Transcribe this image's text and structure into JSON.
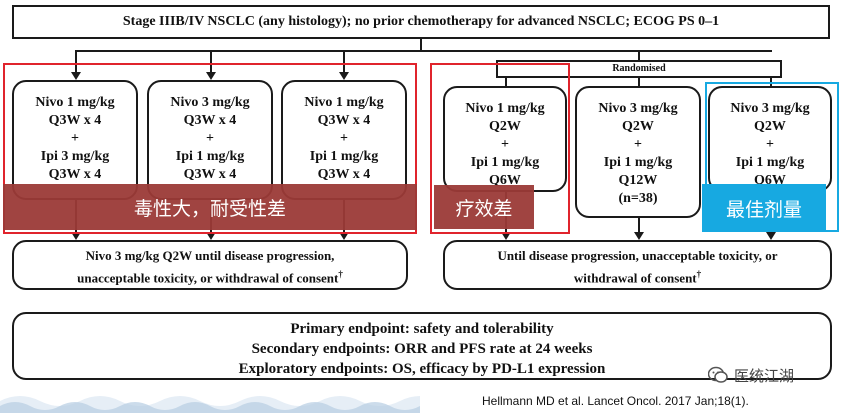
{
  "header": "Stage IIIB/IV NSCLC (any histology); no prior chemotherapy for advanced NSCLC; ECOG PS 0–1",
  "randomised_label": "Randomised",
  "arms": [
    {
      "lines": [
        "Nivo 1 mg/kg",
        "Q3W x 4",
        "+",
        "Ipi 3 mg/kg",
        "Q3W x 4"
      ]
    },
    {
      "lines": [
        "Nivo 3 mg/kg",
        "Q3W x 4",
        "+",
        "Ipi 1 mg/kg",
        "Q3W x 4"
      ]
    },
    {
      "lines": [
        "Nivo 1 mg/kg",
        "Q3W x 4",
        "+",
        "Ipi 1 mg/kg",
        "Q3W x 4"
      ]
    },
    {
      "lines": [
        "Nivo 1 mg/kg",
        "Q2W",
        "+",
        "Ipi 1 mg/kg",
        "Q6W"
      ]
    },
    {
      "lines": [
        "Nivo 3 mg/kg",
        "Q2W",
        "+",
        "Ipi 1 mg/kg",
        "Q12W",
        "(n=38)"
      ]
    },
    {
      "lines": [
        "Nivo 3 mg/kg",
        "Q2W",
        "+",
        "Ipi 1 mg/kg",
        "Q6W"
      ]
    }
  ],
  "maintenance_left": [
    "Nivo 3 mg/kg Q2W until disease progression,",
    "unacceptable toxicity, or withdrawal of consent"
  ],
  "maintenance_right": [
    "Until disease progression, unacceptable toxicity, or",
    "withdrawal of consent"
  ],
  "dagger": "†",
  "endpoints": [
    "Primary endpoint: safety and tolerability",
    "Secondary endpoints: ORR and PFS rate at 24 weeks",
    "Exploratory endpoints: OS, efficacy by PD-L1 expression"
  ],
  "annotations": {
    "toxicity": "毒性大，耐受性差",
    "efficacy": "疗效差",
    "best_dose": "最佳剂量"
  },
  "watermark": "医统江湖",
  "citation": "Hellmann MD et al. Lancet Oncol. 2017 Jan;18(1).",
  "colors": {
    "red_box": "#e0242c",
    "dark_red": "#9b3a37",
    "blue": "#17a9e1",
    "line": "#1a1a1a"
  }
}
